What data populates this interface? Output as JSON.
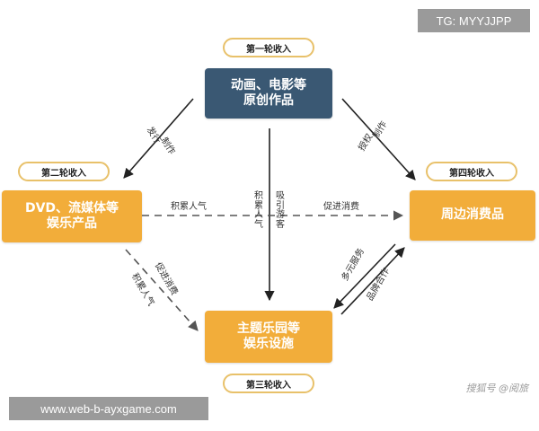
{
  "colors": {
    "navy": "#3a5873",
    "orange": "#f2ad3a",
    "pill_border": "#e8c16a",
    "arrow": "#222222",
    "dashed": "#555555"
  },
  "nodes": {
    "top": {
      "line1": "动画、电影等",
      "line2": "原创作品"
    },
    "left": {
      "line1": "DVD、流媒体等",
      "line2": "娱乐产品"
    },
    "right": {
      "line1": "周边消费品"
    },
    "bottom": {
      "line1": "主题乐园等",
      "line2": "娱乐设施"
    }
  },
  "rounds": {
    "first": "第一轮收入",
    "second": "第二轮收入",
    "third": "第三轮收入",
    "fourth": "第四轮收入"
  },
  "edge_labels": {
    "top_to_left": "发行",
    "top_to_left_2": "制作",
    "top_to_right": "授权",
    "top_to_right_2": "制作",
    "left_to_right": "积累人气",
    "center_left": "积累人气",
    "center_right": "吸引游客",
    "right_to_center": "促进消费",
    "left_to_bottom": "积累人气",
    "left_to_bottom_2": "促进消费",
    "right_to_bottom": "多元服务",
    "bottom_to_right": "品牌合作"
  },
  "watermarks": {
    "tg": "TG: MYYJJPP",
    "web": "www.web-b-ayxgame.com",
    "corner": "搜狐号 @阅旅"
  }
}
